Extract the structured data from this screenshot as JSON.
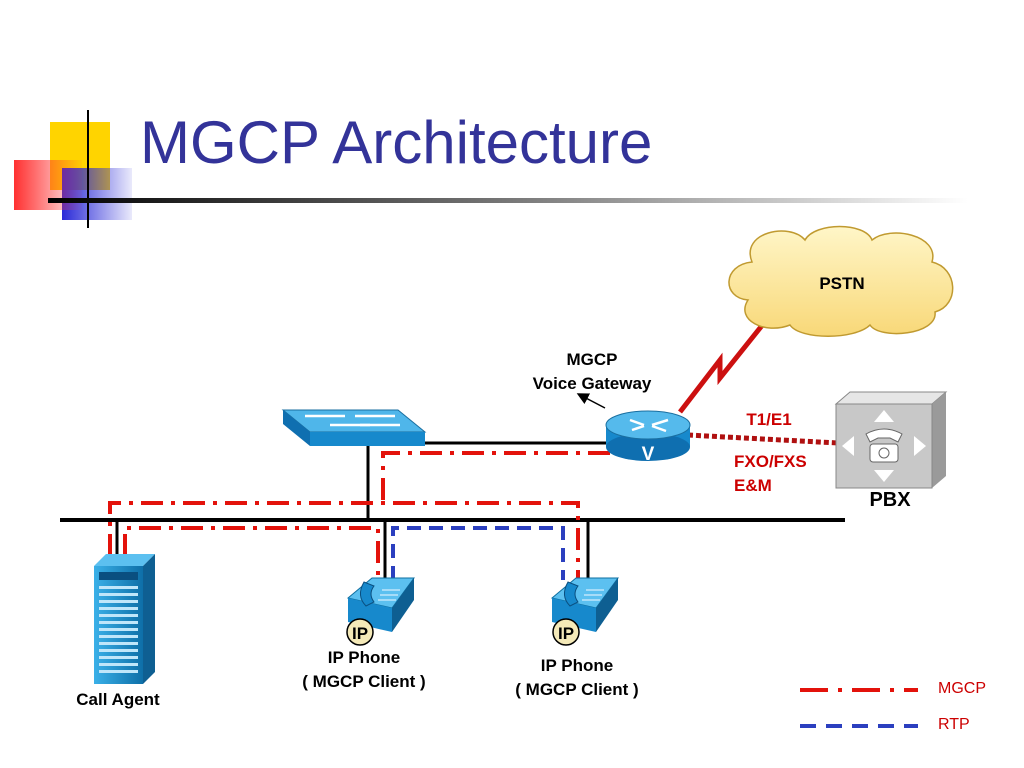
{
  "title": "MGCP Architecture",
  "labels": {
    "pstn": "PSTN",
    "gateway_line1": "MGCP",
    "gateway_line2": "Voice Gateway",
    "gateway_badge": "V",
    "t1e1": "T1/E1",
    "fxofxs": "FXO/FXS",
    "em": "E&M",
    "pbx": "PBX",
    "call_agent": "Call Agent",
    "phone1_line1": "IP Phone",
    "phone1_line2": "( MGCP Client )",
    "phone2_line1": "IP Phone",
    "phone2_line2": "( MGCP Client )",
    "ip_badge_1": "IP",
    "ip_badge_2": "IP"
  },
  "legend": [
    {
      "label": "MGCP",
      "style": "dash-dot",
      "color": "#e3120b"
    },
    {
      "label": "RTP",
      "style": "dashed",
      "color": "#2b3fbf"
    }
  ],
  "colors": {
    "title": "#333399",
    "mgcp_line": "#e3120b",
    "rtp_line": "#2b3fbf",
    "device_blue": "#1e9ad6",
    "cloud_fill": "#fde8a0"
  },
  "icons": [
    "ethernet-switch-icon",
    "voice-gateway-router-icon",
    "pstn-cloud-icon",
    "pbx-icon",
    "call-agent-server-icon",
    "ip-phone-icon"
  ]
}
